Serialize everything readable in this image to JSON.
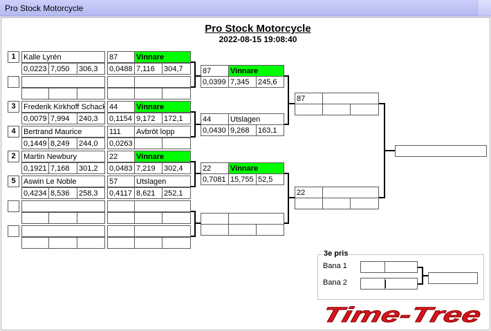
{
  "window": {
    "title": "Pro Stock Motorcycle"
  },
  "header": {
    "title": "Pro Stock Motorcycle",
    "datetime": "2022-08-15 19:08:40"
  },
  "round1": [
    {
      "seed": "1",
      "name": "Kalle Lyrén",
      "rt": "0,0223",
      "et": "7,050",
      "speed": "306,3",
      "num": "87",
      "status": "Vinnare",
      "rt2": "0,0488",
      "et2": "7,116",
      "speed2": "304,7"
    },
    {
      "seed": "",
      "name": "",
      "rt": "",
      "et": "",
      "speed": "",
      "num": "",
      "status": "",
      "rt2": "",
      "et2": "",
      "speed2": ""
    },
    {
      "seed": "3",
      "name": "Frederik Kirkhoff Schack",
      "rt": "0,0079",
      "et": "7,994",
      "speed": "240,3",
      "num": "44",
      "status": "Vinnare",
      "rt2": "0,1154",
      "et2": "9,172",
      "speed2": "172,1"
    },
    {
      "seed": "4",
      "name": "Bertrand Maurice",
      "rt": "0,1449",
      "et": "8,249",
      "speed": "244,0",
      "num": "111",
      "status": "Avbröt lopp",
      "rt2": "0,0263",
      "et2": "",
      "speed2": ""
    },
    {
      "seed": "2",
      "name": "Martin Newbury",
      "rt": "0,1921",
      "et": "7,168",
      "speed": "301,2",
      "num": "22",
      "status": "Vinnare",
      "rt2": "0,0483",
      "et2": "7,219",
      "speed2": "302,4"
    },
    {
      "seed": "5",
      "name": "Aswin Le Noble",
      "rt": "0,4234",
      "et": "8,536",
      "speed": "258,3",
      "num": "57",
      "status": "Utslagen",
      "rt2": "0,4117",
      "et2": "8,621",
      "speed2": "252,1"
    },
    {
      "seed": "",
      "name": "",
      "rt": "",
      "et": "",
      "speed": "",
      "num": "",
      "status": "",
      "rt2": "",
      "et2": "",
      "speed2": ""
    },
    {
      "seed": "",
      "name": "",
      "rt": "",
      "et": "",
      "speed": "",
      "num": "",
      "status": "",
      "rt2": "",
      "et2": "",
      "speed2": ""
    }
  ],
  "round2": [
    {
      "num": "87",
      "status": "Vinnare",
      "rt": "0,0399",
      "et": "7,345",
      "speed": "245,6"
    },
    {
      "num": "44",
      "status": "Utslagen",
      "rt": "0,0430",
      "et": "9,268",
      "speed": "163,1"
    },
    {
      "num": "22",
      "status": "Vinnare",
      "rt": "0,7081",
      "et": "15,755",
      "speed": "52,5"
    },
    {
      "num": "",
      "status": "",
      "rt": "",
      "et": "",
      "speed": ""
    }
  ],
  "round3": [
    {
      "num": "87",
      "status": "",
      "rt": "",
      "et": "",
      "speed": ""
    },
    {
      "num": "22",
      "status": "",
      "rt": "",
      "et": "",
      "speed": ""
    }
  ],
  "final": {
    "value": ""
  },
  "third_place": {
    "legend": "3e pris",
    "lanes": [
      {
        "label": "Bana 1",
        "a": "",
        "b": ""
      },
      {
        "label": "Bana 2",
        "a": "",
        "b": ""
      }
    ],
    "result": ""
  },
  "logo": {
    "text": "Time-Tree"
  },
  "colors": {
    "winner": "#00ff00",
    "logo": "#d8141c",
    "titlebar": "#bfc3f7"
  }
}
